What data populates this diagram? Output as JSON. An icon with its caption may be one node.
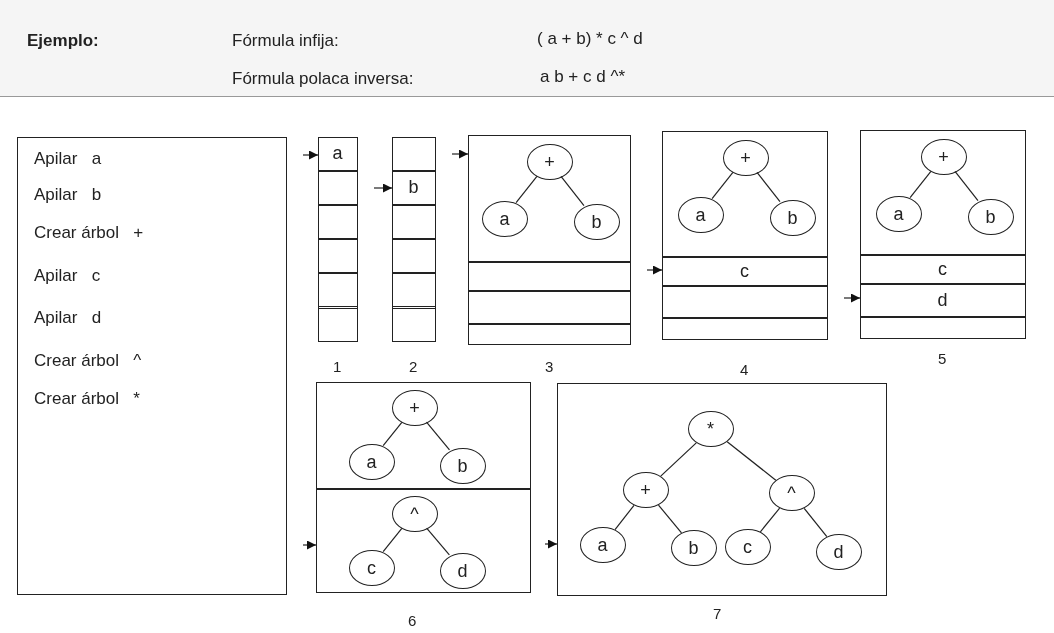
{
  "diagram": {
    "nodes": [
      {
        "text": [
          "Apilar   a",
          "Apilar   b",
          "Crear árbol   +",
          "Apilar   c",
          "Apilar   d",
          "Crear árbol   ^",
          "Crear árbol   *"
        ]
      },
      {
        "text": [],
        "shape": "box",
        "beside": [
          "1"
        ]
      },
      {
        "text": [
          "a"
        ],
        "in": 1
      },
      {
        "text": [],
        "shape": "box",
        "in": 1
      },
      {
        "text": [],
        "shape": "box",
        "in": 1
      },
      {
        "text": [],
        "shape": "box",
        "in": 1
      },
      {
        "text": [],
        "shape": "box",
        "in": 1
      },
      {
        "text": [],
        "shape": "box",
        "in": 1
      },
      {
        "text": [],
        "shape": "box",
        "beside": [
          "2"
        ]
      },
      {
        "text": [],
        "shape": "box",
        "in": 8
      },
      {
        "text": [
          "b"
        ],
        "in": 8
      },
      {
        "text": [],
        "shape": "box",
        "in": 8
      },
      {
        "text": [],
        "shape": "box",
        "in": 8
      },
      {
        "text": [],
        "shape": "box",
        "in": 8
      },
      {
        "text": [],
        "shape": "box",
        "in": 8
      },
      {
        "text": [],
        "shape": "box",
        "beside": [
          "3"
        ]
      },
      {
        "text": [],
        "shape": "box",
        "in": 15
      },
      {
        "text": [
          "+"
        ],
        "in": 16
      },
      {
        "text": [
          "a"
        ],
        "in": 16
      },
      {
        "text": [
          "b"
        ],
        "in": 16
      },
      {
        "text": [],
        "shape": "box",
        "in": 15
      },
      {
        "text": [],
        "shape": "box",
        "in": 15
      },
      {
        "text": [],
        "shape": "box",
        "in": 15
      },
      {
        "text": [],
        "shape": "box",
        "beside": [
          "4"
        ]
      },
      {
        "text": [],
        "shape": "box",
        "in": 23
      },
      {
        "text": [
          "+"
        ],
        "in": 24
      },
      {
        "text": [
          "a"
        ],
        "in": 24
      },
      {
        "text": [
          "b"
        ],
        "in": 24
      },
      {
        "text": [
          "c"
        ],
        "in": 23
      },
      {
        "text": [],
        "shape": "box",
        "in": 23
      },
      {
        "text": [],
        "shape": "box",
        "in": 23
      },
      {
        "text": [],
        "shape": "box",
        "beside": [
          "5"
        ]
      },
      {
        "text": [],
        "shape": "box",
        "in": 31
      },
      {
        "text": [
          "+"
        ],
        "in": 32
      },
      {
        "text": [
          "a"
        ],
        "in": 32
      },
      {
        "text": [
          "b"
        ],
        "in": 32
      },
      {
        "text": [
          "c"
        ],
        "in": 31
      },
      {
        "text": [
          "d"
        ],
        "in": 31
      },
      {
        "text": [],
        "shape": "box",
        "in": 31
      },
      {
        "text": [],
        "shape": "box",
        "beside": [
          "6"
        ]
      },
      {
        "text": [],
        "shape": "box",
        "in": 39
      },
      {
        "text": [
          "+"
        ],
        "in": 40
      },
      {
        "text": [
          "a"
        ],
        "in": 40
      },
      {
        "text": [
          "b"
        ],
        "in": 40
      },
      {
        "text": [],
        "shape": "box",
        "in": 39
      },
      {
        "text": [
          "^"
        ],
        "in": 44
      },
      {
        "text": [
          "c"
        ],
        "in": 44
      },
      {
        "text": [
          "d"
        ],
        "in": 44
      },
      {
        "text": [],
        "shape": "box",
        "beside": [
          "7"
        ]
      },
      {
        "text": [
          "*"
        ],
        "in": 48
      },
      {
        "text": [
          "+"
        ],
        "in": 48
      },
      {
        "text": [
          "^"
        ],
        "in": 48
      },
      {
        "text": [
          "a"
        ],
        "in": 48
      },
      {
        "text": [
          "b"
        ],
        "in": 48
      },
      {
        "text": [
          "c"
        ],
        "in": 48
      },
      {
        "text": [
          "d"
        ],
        "in": 48
      }
    ],
    "edges": [
      {
        "from": null,
        "to": 2,
        "arrow": "to"
      },
      {
        "from": null,
        "to": 10,
        "arrow": "to"
      },
      {
        "from": null,
        "to": 16,
        "arrow": "to"
      },
      {
        "from": null,
        "to": 28,
        "arrow": "to"
      },
      {
        "from": null,
        "to": 37,
        "arrow": "to"
      },
      {
        "from": null,
        "to": 44,
        "arrow": "to"
      },
      {
        "from": null,
        "to": 48,
        "arrow": "to"
      },
      {
        "from": 17,
        "to": 18,
        "arrow": "none"
      },
      {
        "from": 17,
        "to": 19,
        "arrow": "none"
      },
      {
        "from": 25,
        "to": 26,
        "arrow": "none"
      },
      {
        "from": 25,
        "to": 27,
        "arrow": "none"
      },
      {
        "from": 33,
        "to": 34,
        "arrow": "none"
      },
      {
        "from": 33,
        "to": 35,
        "arrow": "none"
      },
      {
        "from": 41,
        "to": 42,
        "arrow": "none"
      },
      {
        "from": 41,
        "to": 43,
        "arrow": "none"
      },
      {
        "from": 45,
        "to": 46,
        "arrow": "none"
      },
      {
        "from": 45,
        "to": 47,
        "arrow": "none"
      },
      {
        "from": 49,
        "to": 50,
        "arrow": "none"
      },
      {
        "from": 49,
        "to": 51,
        "arrow": "none"
      },
      {
        "from": 50,
        "to": 52,
        "arrow": "none"
      },
      {
        "from": 50,
        "to": 53,
        "arrow": "none"
      },
      {
        "from": 51,
        "to": 54,
        "arrow": "none"
      },
      {
        "from": 51,
        "to": 55,
        "arrow": "none"
      }
    ],
    "labels": [
      "Ejemplo:",
      "Fórmula infija:",
      "( a + b) * c ^ d",
      "Fórmula polaca inversa:",
      "a b + c d ^*"
    ]
  }
}
